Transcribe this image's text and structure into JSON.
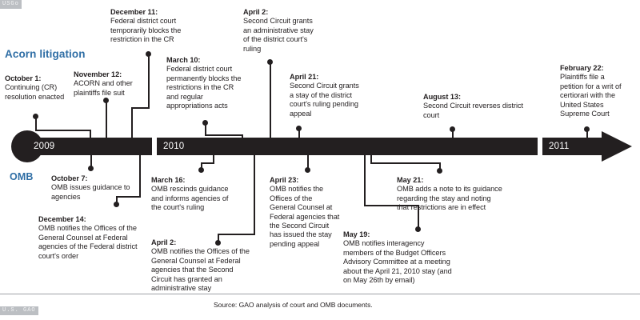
{
  "figure": {
    "watermark_top": "USGo",
    "watermark_bottom": "U.S. GAO",
    "source_note": "Source: GAO analysis of court and OMB documents.",
    "accent_color": "#2f6ea5",
    "axis_color": "#231f20"
  },
  "lanes": {
    "top_label": "Acorn litigation",
    "bottom_label": "OMB"
  },
  "axis": {
    "years": [
      "2009",
      "2010",
      "2011"
    ]
  },
  "events_above": [
    {
      "date": "October 1:",
      "text": "Continuing (CR) resolution enacted"
    },
    {
      "date": "November 12:",
      "text": "ACORN and other plaintiffs file suit"
    },
    {
      "date": "December 11:",
      "text": "Federal district court temporarily blocks the restriction in the CR"
    },
    {
      "date": "March 10:",
      "text": "Federal district court permanently blocks the restrictions in the CR and regular appropriations acts"
    },
    {
      "date": "April 2:",
      "text": "Second Circuit grants an administrative stay of the district court's ruling"
    },
    {
      "date": "April 21:",
      "text": "Second Circuit grants a stay of the district court's ruling pending appeal"
    },
    {
      "date": "August 13:",
      "text": "Second Circuit reverses district court"
    },
    {
      "date": "February 22:",
      "text": "Plaintiffs file a petition for a writ of certiorari  with the United States Supreme Court"
    }
  ],
  "events_below": [
    {
      "date": "October 7:",
      "text": "OMB issues guidance to agencies"
    },
    {
      "date": "December 14:",
      "text": "OMB notifies the Offices of the General Counsel at Federal agencies of the Federal district court's order"
    },
    {
      "date": "March 16:",
      "text": "OMB rescinds guidance and informs agencies of the court's ruling"
    },
    {
      "date": "April 2:",
      "text": "OMB notifies the Offices of the General Counsel at Federal agencies that the Second Circuit has granted an administrative stay"
    },
    {
      "date": "April 23:",
      "text": "OMB notifies the Offices of the General Counsel at Federal agencies that the Second Circuit has issued the stay pending appeal"
    },
    {
      "date": "May 19:",
      "text": "OMB notifies interagency members of the Budget Officers Advisory Committee at a meeting about the April 21, 2010 stay (and on May 26th by email)"
    },
    {
      "date": "May 21:",
      "text": "OMB adds a note to its guidance regarding the stay and noting that restrictions are in effect"
    }
  ]
}
